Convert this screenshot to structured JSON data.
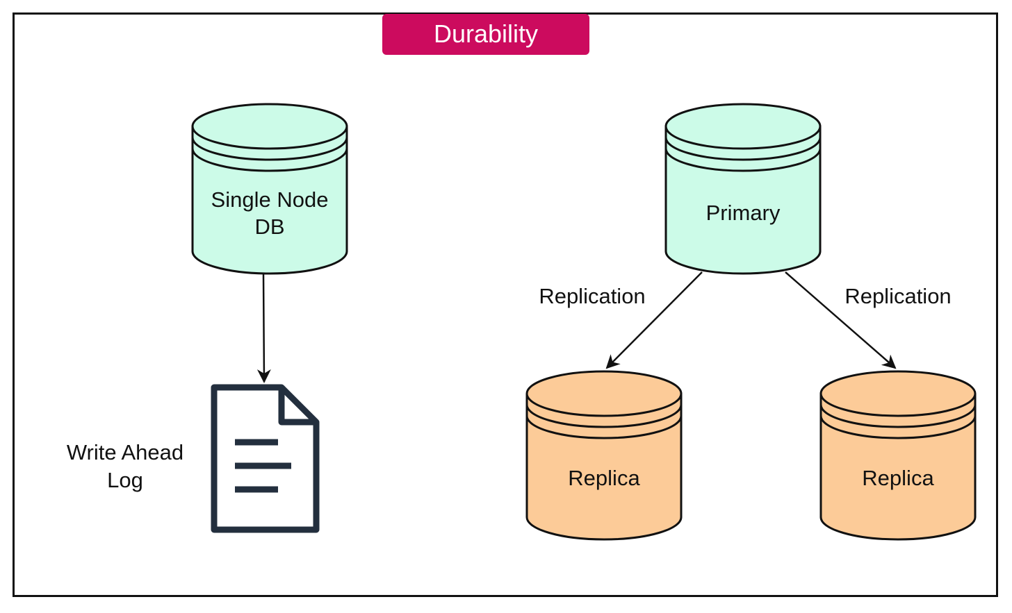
{
  "title": "Durability",
  "colors": {
    "title_bg": "#cc0b5e",
    "primary_fill": "#ccfbe8",
    "replica_fill": "#fccb98",
    "stroke": "#111111",
    "doc_stroke": "#232f3e"
  },
  "single_node": {
    "line1": "Single Node",
    "line2": "DB"
  },
  "wal": {
    "line1": "Write Ahead",
    "line2": "Log",
    "icon": "document-icon"
  },
  "primary": {
    "label": "Primary"
  },
  "replicas": [
    {
      "label": "Replica"
    },
    {
      "label": "Replica"
    }
  ],
  "edges": [
    {
      "from": "single_node",
      "to": "wal",
      "label": ""
    },
    {
      "from": "primary",
      "to": "replica_left",
      "label": "Replication"
    },
    {
      "from": "primary",
      "to": "replica_right",
      "label": "Replication"
    }
  ]
}
